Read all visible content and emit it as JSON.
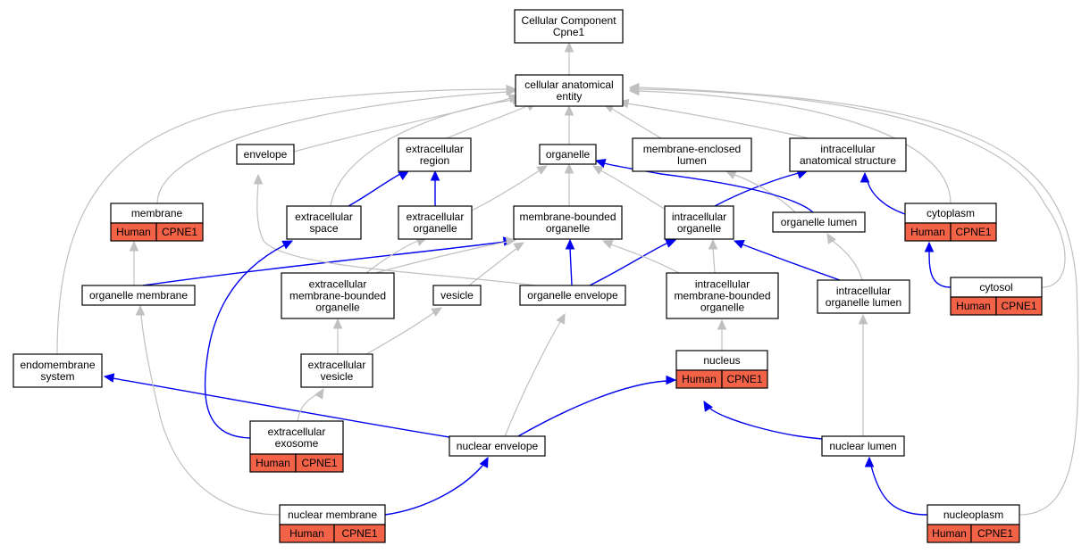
{
  "colors": {
    "is_a_edge": "#c0c0c0",
    "part_of_edge": "#0000ee",
    "annotation_fill": "#f26247",
    "node_fill": "#ffffff"
  },
  "nodes": {
    "root": [
      "Cellular Component",
      "Cpne1"
    ],
    "cae": [
      "cellular anatomical",
      "entity"
    ],
    "envelope": [
      "envelope"
    ],
    "exreg": [
      "extracellular",
      "region"
    ],
    "organelle": [
      "organelle"
    ],
    "mel": [
      "membrane-enclosed",
      "lumen"
    ],
    "ias": [
      "intracellular",
      "anatomical structure"
    ],
    "membrane": [
      "membrane"
    ],
    "exspace": [
      "extracellular",
      "space"
    ],
    "exorg": [
      "extracellular",
      "organelle"
    ],
    "mbo": [
      "membrane-bounded",
      "organelle"
    ],
    "intorg": [
      "intracellular",
      "organelle"
    ],
    "orglumen": [
      "organelle lumen"
    ],
    "cytoplasm": [
      "cytoplasm"
    ],
    "orgmem": [
      "organelle membrane"
    ],
    "exmbo": [
      "extracellular",
      "membrane-bounded",
      "organelle"
    ],
    "vesicle": [
      "vesicle"
    ],
    "orgenv": [
      "organelle envelope"
    ],
    "intmbo": [
      "intracellular",
      "membrane-bounded",
      "organelle"
    ],
    "intorglumen": [
      "intracellular",
      "organelle lumen"
    ],
    "cytosol": [
      "cytosol"
    ],
    "endo": [
      "endomembrane",
      "system"
    ],
    "exves": [
      "extracellular",
      "vesicle"
    ],
    "nucleus": [
      "nucleus"
    ],
    "exosome": [
      "extracellular",
      "exosome"
    ],
    "nucenv": [
      "nuclear envelope"
    ],
    "nuclumen": [
      "nuclear lumen"
    ],
    "nucmem": [
      "nuclear membrane"
    ],
    "nucleoplasm": [
      "nucleoplasm"
    ]
  },
  "annotations": {
    "membrane": [
      "Human",
      "CPNE1"
    ],
    "cytoplasm": [
      "Human",
      "CPNE1"
    ],
    "cytosol": [
      "Human",
      "CPNE1"
    ],
    "nucleus": [
      "Human",
      "CPNE1"
    ],
    "exosome": [
      "Human",
      "CPNE1"
    ],
    "nucmem": [
      "Human",
      "CPNE1"
    ],
    "nucleoplasm": [
      "Human",
      "CPNE1"
    ]
  }
}
